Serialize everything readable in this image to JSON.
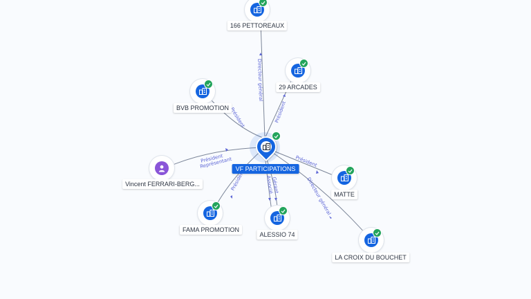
{
  "center": {
    "name": "VF PARTICIPATIONS",
    "icon": "company-icon"
  },
  "nodes": [
    {
      "key": "pettoreaux",
      "name": "166 PETTOREAUX",
      "icon": "company-icon",
      "verified": true
    },
    {
      "key": "arcades",
      "name": "29 ARCADES",
      "icon": "company-icon",
      "verified": true
    },
    {
      "key": "bvb",
      "name": "BVB PROMOTION",
      "icon": "company-icon",
      "verified": true
    },
    {
      "key": "vincent",
      "name": "Vincent FERRARI-BERG...",
      "icon": "person-icon",
      "verified": false
    },
    {
      "key": "matte",
      "name": "MATTE",
      "icon": "company-icon",
      "verified": true
    },
    {
      "key": "fama",
      "name": "FAMA PROMOTION",
      "icon": "company-icon",
      "verified": true
    },
    {
      "key": "alessio",
      "name": "ALESSIO 74",
      "icon": "company-icon",
      "verified": true
    },
    {
      "key": "croix",
      "name": "LA CROIX DU BOUCHET",
      "icon": "company-icon",
      "verified": true
    }
  ],
  "edges": [
    {
      "to": "pettoreaux",
      "label": "Directeur général"
    },
    {
      "to": "arcades",
      "label": "Président"
    },
    {
      "to": "bvb",
      "label": "Président"
    },
    {
      "to": "vincent",
      "label": "Président",
      "label2": "Représentant"
    },
    {
      "to": "matte",
      "label": "Président"
    },
    {
      "to": "croix",
      "label": "Directeur général"
    },
    {
      "to": "fama",
      "label": "Président"
    },
    {
      "to": "alessio",
      "label": "Gérant",
      "label2": "Associé"
    }
  ],
  "colors": {
    "company": "#1565e0",
    "person": "#8a55d8",
    "verified": "#23a45c",
    "edge_label": "#5d66d6"
  }
}
